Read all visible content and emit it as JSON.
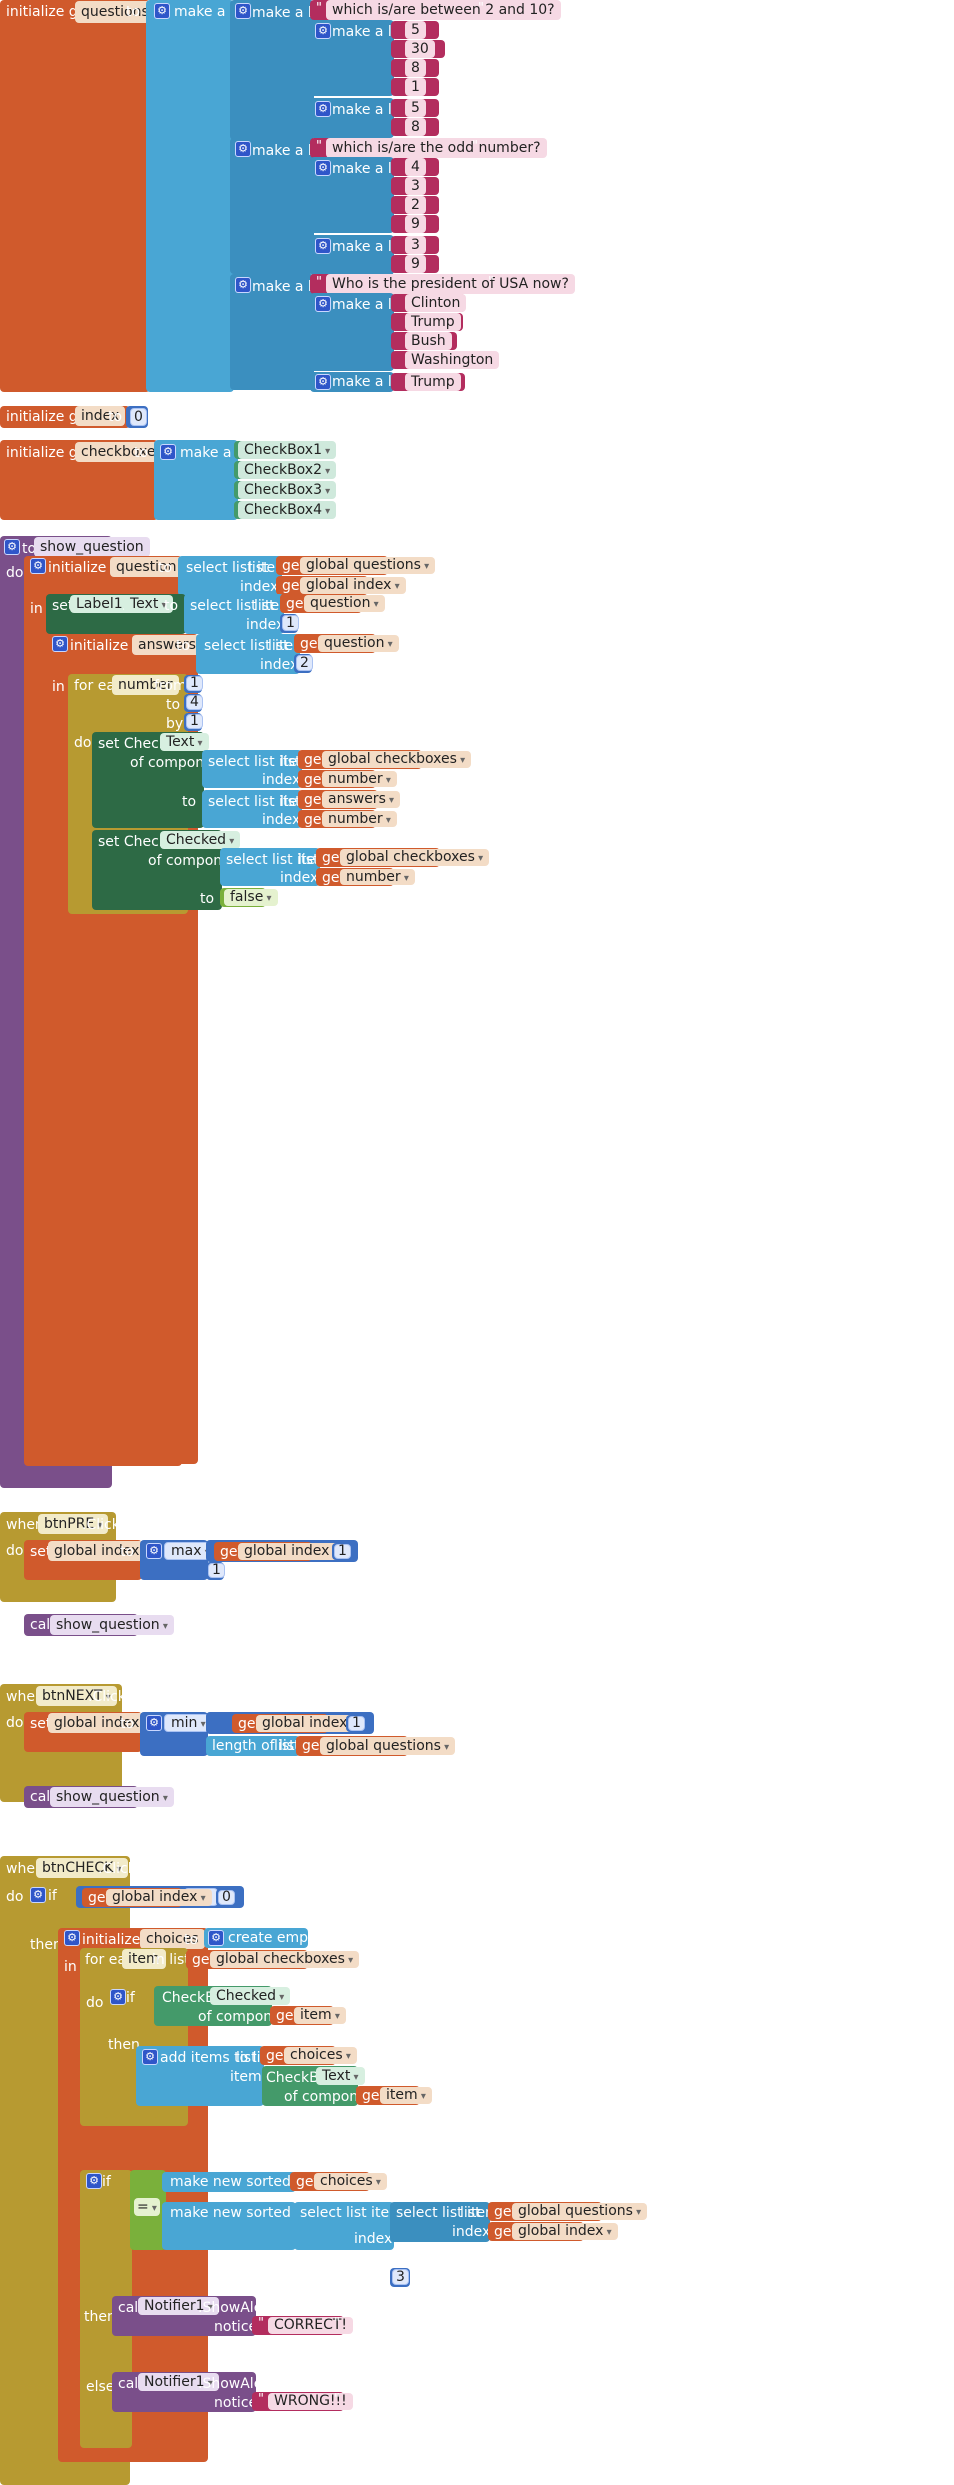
{
  "questions_block": {
    "init_label": "initialize global",
    "var_name": "questions",
    "to_label": "to",
    "make_a_list": "make a list",
    "q1": {
      "text": "which is/are between 2 and 10?",
      "options": [
        "5",
        "30",
        "8",
        "1"
      ],
      "answers": [
        "5",
        "8"
      ]
    },
    "q2": {
      "text": "which is/are the odd number?",
      "options": [
        "4",
        "3",
        "2",
        "9"
      ],
      "answers": [
        "3",
        "9"
      ]
    },
    "q3": {
      "text": "Who is the president of USA now?",
      "options": [
        "Clinton",
        "Trump",
        "Bush",
        "Washington"
      ],
      "answers": [
        "Trump"
      ]
    }
  },
  "index_block": {
    "init_label": "initialize global",
    "var_name": "index",
    "to_label": "to",
    "value": "0"
  },
  "checkboxes_block": {
    "init_label": "initialize global",
    "var_name": "checkboxes",
    "to_label": "to",
    "make_a_list": "make a list",
    "items": [
      "CheckBox1",
      "CheckBox2",
      "CheckBox3",
      "CheckBox4"
    ]
  },
  "show_question": {
    "to_label": "to",
    "proc_name": "show_question",
    "do_label": "do",
    "in_label": "in",
    "init_local": "initialize local",
    "question_var": "question",
    "to": "to",
    "select_list_item": "select list item",
    "list_label": "list",
    "index_label": "index",
    "get_label": "get",
    "global_questions": "global questions",
    "global_index": "global index",
    "set_label": "set",
    "label1": "Label1",
    "text_prop": "Text",
    "dot": ".",
    "question_get": "question",
    "idx1": "1",
    "answers_var": "answers",
    "idx2": "2",
    "for_each": "for each",
    "number_var": "number",
    "from_label": "from",
    "to_label2": "to",
    "by_label": "by",
    "from_val": "1",
    "to_val": "4",
    "by_val": "1",
    "set_checkbox": "set CheckBox.",
    "text_prop2": "Text",
    "of_component": "of component",
    "global_checkboxes": "global checkboxes",
    "number_get": "number",
    "answers_get": "answers",
    "checked_prop": "Checked",
    "false_val": "false"
  },
  "btnpre": {
    "when_label": "when",
    "button": "btnPRE",
    "click": ".Click",
    "do_label": "do",
    "set_label": "set",
    "var": "global index",
    "to": "to",
    "fn": "max",
    "get_label": "get",
    "get_var": "global index",
    "op": "-",
    "op_val": "1",
    "other_val": "1",
    "call_label": "call",
    "proc": "show_question"
  },
  "btnnext": {
    "when_label": "when",
    "button": "btnNEXT",
    "click": ".Click",
    "do_label": "do",
    "set_label": "set",
    "var": "global index",
    "to": "to",
    "fn": "min",
    "get_label": "get",
    "get_var": "global index",
    "op": "+",
    "op_val": "1",
    "length_of_list": "length of list",
    "list_label": "list",
    "questions_var": "global questions",
    "call_label": "call",
    "proc": "show_question"
  },
  "btncheck": {
    "when_label": "when",
    "button": "btnCHECK",
    "click": ".Click",
    "do_label": "do",
    "if_label": "if",
    "get_label": "get",
    "get_var": "global index",
    "neq": "≠",
    "zero": "0",
    "then_label": "then",
    "init_local": "initialize local",
    "choices_var": "choices",
    "to": "to",
    "create_empty_list": "create empty list",
    "in_label": "in",
    "for_each": "for each",
    "item_var": "item",
    "in_list": "in list",
    "global_checkboxes": "global checkboxes",
    "checkbox_getter": "CheckBox.",
    "checked_prop": "Checked",
    "of_component": "of component",
    "item_get": "item",
    "add_items": "add items to list",
    "list_label": "list",
    "choices_get": "choices",
    "item_label": "item",
    "text_prop": "Text",
    "eq": "=",
    "make_sorted": "make new sorted list from",
    "select_list_item": "select list item",
    "global_questions": "global questions",
    "global_index": "global index",
    "index_label": "index",
    "idx3": "3",
    "else_label": "else",
    "call_label": "call",
    "notifier": "Notifier1",
    "show_alert": ".ShowAlert",
    "notice_label": "notice",
    "correct": "CORRECT!",
    "wrong": "WRONG!!!"
  }
}
